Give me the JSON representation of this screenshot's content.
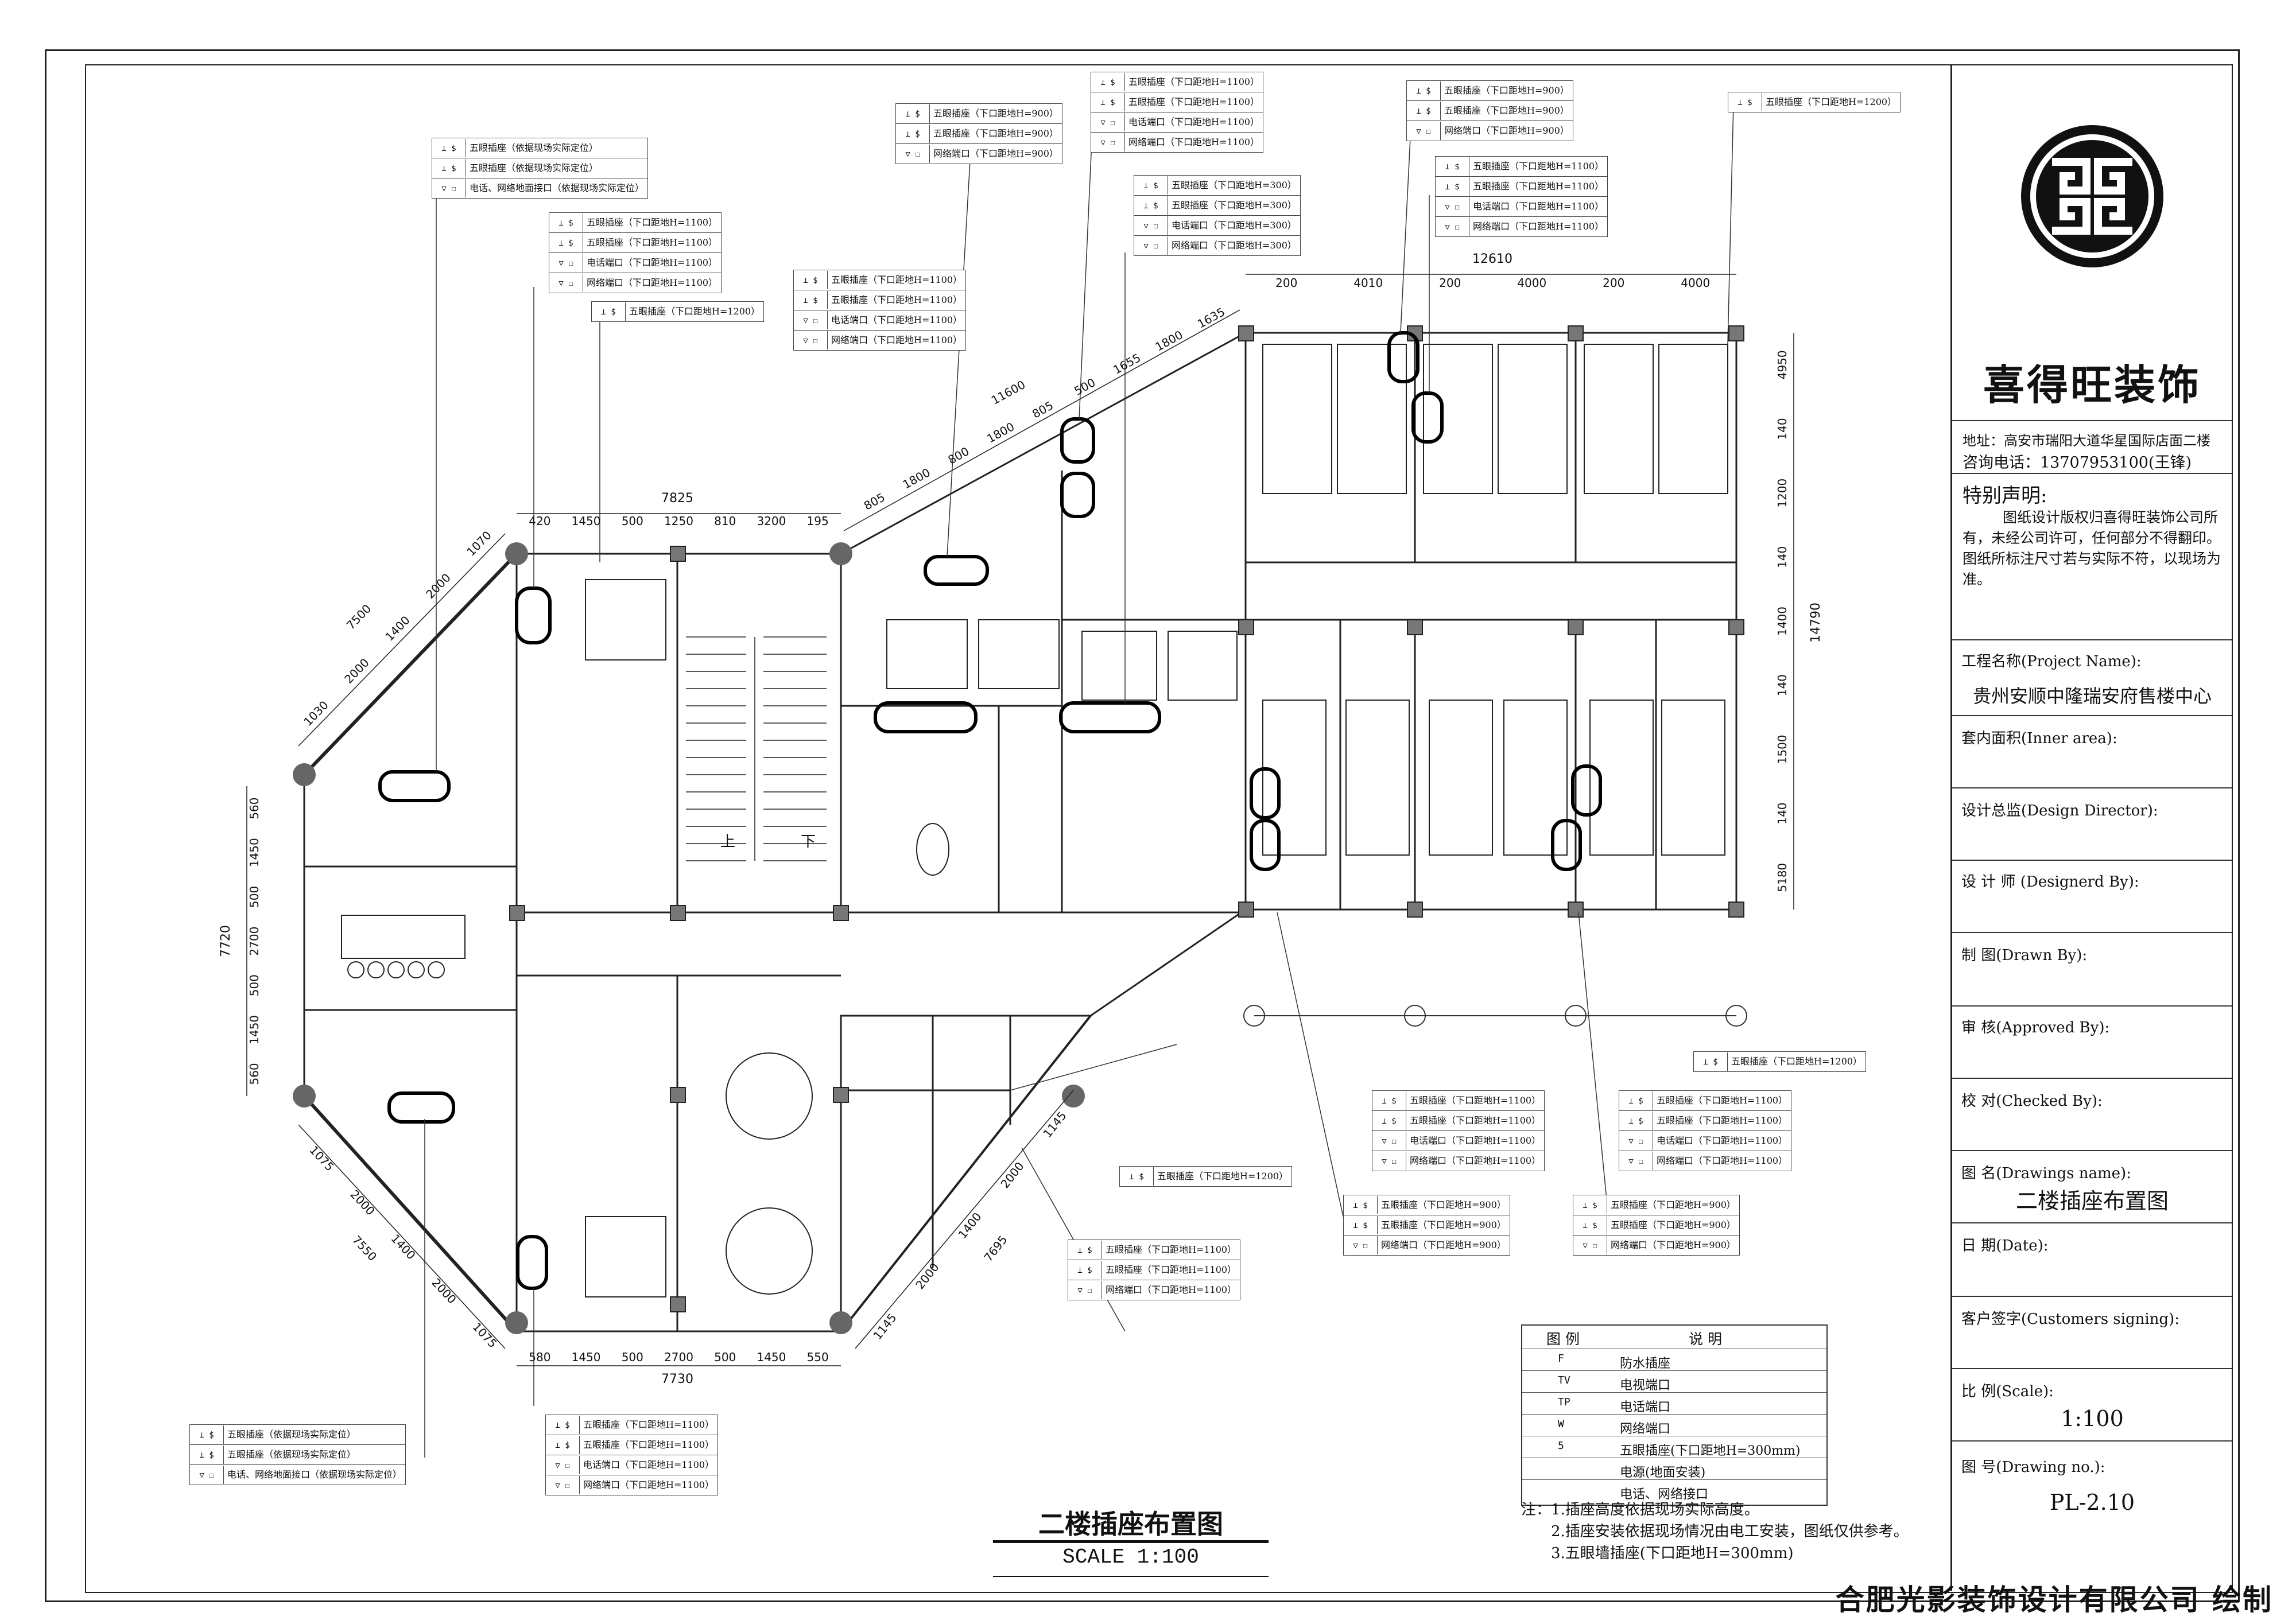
{
  "title_block": {
    "brand_name": "喜得旺装饰",
    "address": "地址：高安市瑞阳大道华星国际店面二楼",
    "phone": "咨询电话：13707953100(王锋)",
    "notice_title": "特别声明:",
    "notice_body": "图纸设计版权归喜得旺装饰公司所有，未经公司许可，任何部分不得翻印。图纸所标注尺寸若与实际不符，以现场为准。",
    "project_name_label": "工程名称(Project Name):",
    "project_name_value": "贵州安顺中隆瑞安府售楼中心",
    "inner_area_label": "套内面积(Inner area):",
    "design_director_label": "设计总监(Design Director):",
    "designer_label": "设 计 师 (Designerd By):",
    "drawn_by_label": "制  图(Drawn By):",
    "approved_by_label": "审  核(Approved By):",
    "checked_by_label": "校  对(Checked By):",
    "drawing_name_label": "图  名(Drawings name):",
    "drawing_name_value": "二楼插座布置图",
    "date_label": "日  期(Date):",
    "customer_sign_label": "客户签字(Customers signing):",
    "scale_label": "比  例(Scale):",
    "scale_value": "1:100",
    "drawing_no_label": "图  号(Drawing no.):",
    "drawing_no_value": "PL-2.10"
  },
  "footer_credit": "合肥光影装饰设计有限公司 绘制",
  "plan": {
    "title": "二楼插座布置图",
    "scale": "SCALE   1:100",
    "stair_up": "上",
    "stair_down": "下"
  },
  "dimensions": {
    "top_right": [
      "200",
      "4010",
      "200",
      "4000",
      "200",
      "4000"
    ],
    "top_right_total": "12610",
    "right_side": [
      "4950",
      "140",
      "1200",
      "140",
      "1400",
      "140",
      "1500",
      "140",
      "5180"
    ],
    "right_total": "14790",
    "top_left": [
      "420",
      "1450",
      "500",
      "1250",
      "810",
      "3200",
      "195"
    ],
    "top_left_total": "7825",
    "diagonal_top": [
      "805",
      "1800",
      "800",
      "1800",
      "805",
      "500",
      "1655",
      "1800",
      "1635"
    ],
    "diagonal_top_total": "11600",
    "left_vertical": [
      "560",
      "1450",
      "500",
      "2700",
      "500",
      "1450",
      "560"
    ],
    "left_total": "7720",
    "left_diag_top": [
      "1030",
      "2000",
      "1400",
      "2000",
      "1070"
    ],
    "left_diag_top_total": "7500",
    "left_diag_bottom": [
      "1075",
      "2000",
      "1400",
      "2000",
      "1075"
    ],
    "left_diag_bottom_total": "7550",
    "bottom": [
      "580",
      "1450",
      "500",
      "2700",
      "500",
      "1450",
      "550"
    ],
    "bottom_total": "7730",
    "right_diag_bottom": [
      "1145",
      "2000",
      "1400",
      "2000",
      "1145"
    ],
    "right_diag_bottom_total": "7695"
  },
  "callouts": [
    {
      "rows": [
        "五眼插座（依据现场实际定位）",
        "五眼插座（依据现场实际定位）",
        "电话、网络地面接口（依据现场实际定位）"
      ]
    },
    {
      "rows": [
        "五眼插座（下口距地H=1100）",
        "五眼插座（下口距地H=1100）",
        "电话端口（下口距地H=1100）",
        "网络端口（下口距地H=1100）"
      ]
    },
    {
      "rows": [
        "五眼插座（下口距地H=1200）"
      ]
    },
    {
      "rows": [
        "五眼插座（下口距地H=1100）",
        "五眼插座（下口距地H=1100）",
        "电话端口（下口距地H=1100）",
        "网络端口（下口距地H=1100）"
      ]
    },
    {
      "rows": [
        "五眼插座（下口距地H=900）",
        "五眼插座（下口距地H=900）",
        "网络端口（下口距地H=900）"
      ]
    },
    {
      "rows": [
        "五眼插座（下口距地H=1100）",
        "五眼插座（下口距地H=1100）",
        "电话端口（下口距地H=1100）",
        "网络端口（下口距地H=1100）"
      ]
    },
    {
      "rows": [
        "五眼插座（下口距地H=300）",
        "五眼插座（下口距地H=300）",
        "电话端口（下口距地H=300）",
        "网络端口（下口距地H=300）"
      ]
    },
    {
      "rows": [
        "五眼插座（下口距地H=900）",
        "五眼插座（下口距地H=900）",
        "网络端口（下口距地H=900）"
      ]
    },
    {
      "rows": [
        "五眼插座（下口距地H=1100）",
        "五眼插座（下口距地H=1100）",
        "电话端口（下口距地H=1100）",
        "网络端口（下口距地H=1100）"
      ]
    },
    {
      "rows": [
        "五眼插座（下口距地H=1200）"
      ]
    },
    {
      "rows": [
        "五眼插座（下口距地H=1200）"
      ]
    },
    {
      "rows": [
        "五眼插座（下口距地H=1100）",
        "五眼插座（下口距地H=1100）",
        "电话端口（下口距地H=1100）",
        "网络端口（下口距地H=1100）"
      ]
    },
    {
      "rows": [
        "五眼插座（下口距地H=900）",
        "五眼插座（下口距地H=900）",
        "网络端口（下口距地H=900）"
      ]
    },
    {
      "rows": [
        "五眼插座（下口距地H=1100）",
        "五眼插座（下口距地H=1100）",
        "电话端口（下口距地H=1100）",
        "网络端口（下口距地H=1100）"
      ]
    },
    {
      "rows": [
        "五眼插座（下口距地H=900）",
        "五眼插座（下口距地H=900）",
        "网络端口（下口距地H=900）"
      ]
    },
    {
      "rows": [
        "五眼插座（下口距地H=1200）"
      ]
    },
    {
      "rows": [
        "五眼插座（下口距地H=1100）",
        "五眼插座（下口距地H=1100）",
        "网络端口（下口距地H=1100）"
      ]
    },
    {
      "rows": [
        "五眼插座（下口距地H=1100）",
        "五眼插座（下口距地H=1100）",
        "电话端口（下口距地H=1100）",
        "网络端口（下口距地H=1100）"
      ]
    },
    {
      "rows": [
        "五眼插座（依据现场实际定位）",
        "五眼插座（依据现场实际定位）",
        "电话、网络地面接口（依据现场实际定位）"
      ]
    }
  ],
  "legend": {
    "head_symbol": "图   例",
    "head_desc": "说   明",
    "rows": [
      {
        "sym": "F",
        "desc": "防水插座"
      },
      {
        "sym": "TV",
        "desc": "电视端口"
      },
      {
        "sym": "TP",
        "desc": "电话端口"
      },
      {
        "sym": "W",
        "desc": "网络端口"
      },
      {
        "sym": "5",
        "desc": "五眼插座(下口距地H=300mm)"
      },
      {
        "sym": "",
        "desc": "电源(地面安装)"
      },
      {
        "sym": "",
        "desc": "电话、网络接口"
      }
    ]
  },
  "notes": [
    "注：1.插座高度依据现场实际高度。",
    "2.插座安装依据现场情况由电工安装，图纸仅供参考。",
    "3.五眼墙插座(下口距地H=300mm)"
  ]
}
